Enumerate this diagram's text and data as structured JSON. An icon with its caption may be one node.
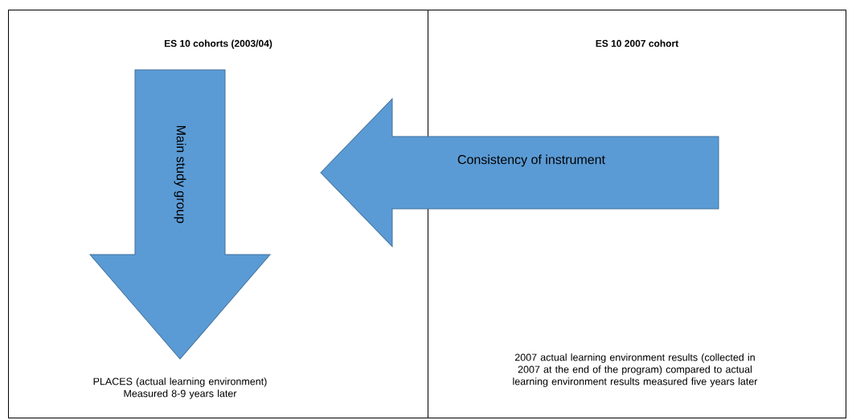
{
  "diagram": {
    "nodes": [
      {
        "text": [
          "ES 10 cohorts (2003/04)"
        ]
      },
      {
        "text": [
          "ES 10 2007 cohort"
        ]
      },
      {
        "text": [
          "PLACES (actual learning environment) Measured 8-9 years later"
        ],
        "in": 0
      },
      {
        "text": [
          "2007 actual learning environment results (collected in 2007 at the end of the program) compared to actual learning environment results measured five years later"
        ],
        "in": 1
      }
    ],
    "edges": [
      {
        "from": null,
        "to": 2,
        "arrow": "to",
        "label": "Main study group"
      },
      {
        "from": 1,
        "to": 0,
        "arrow": "to",
        "label": "Consistency of instrument"
      }
    ]
  }
}
